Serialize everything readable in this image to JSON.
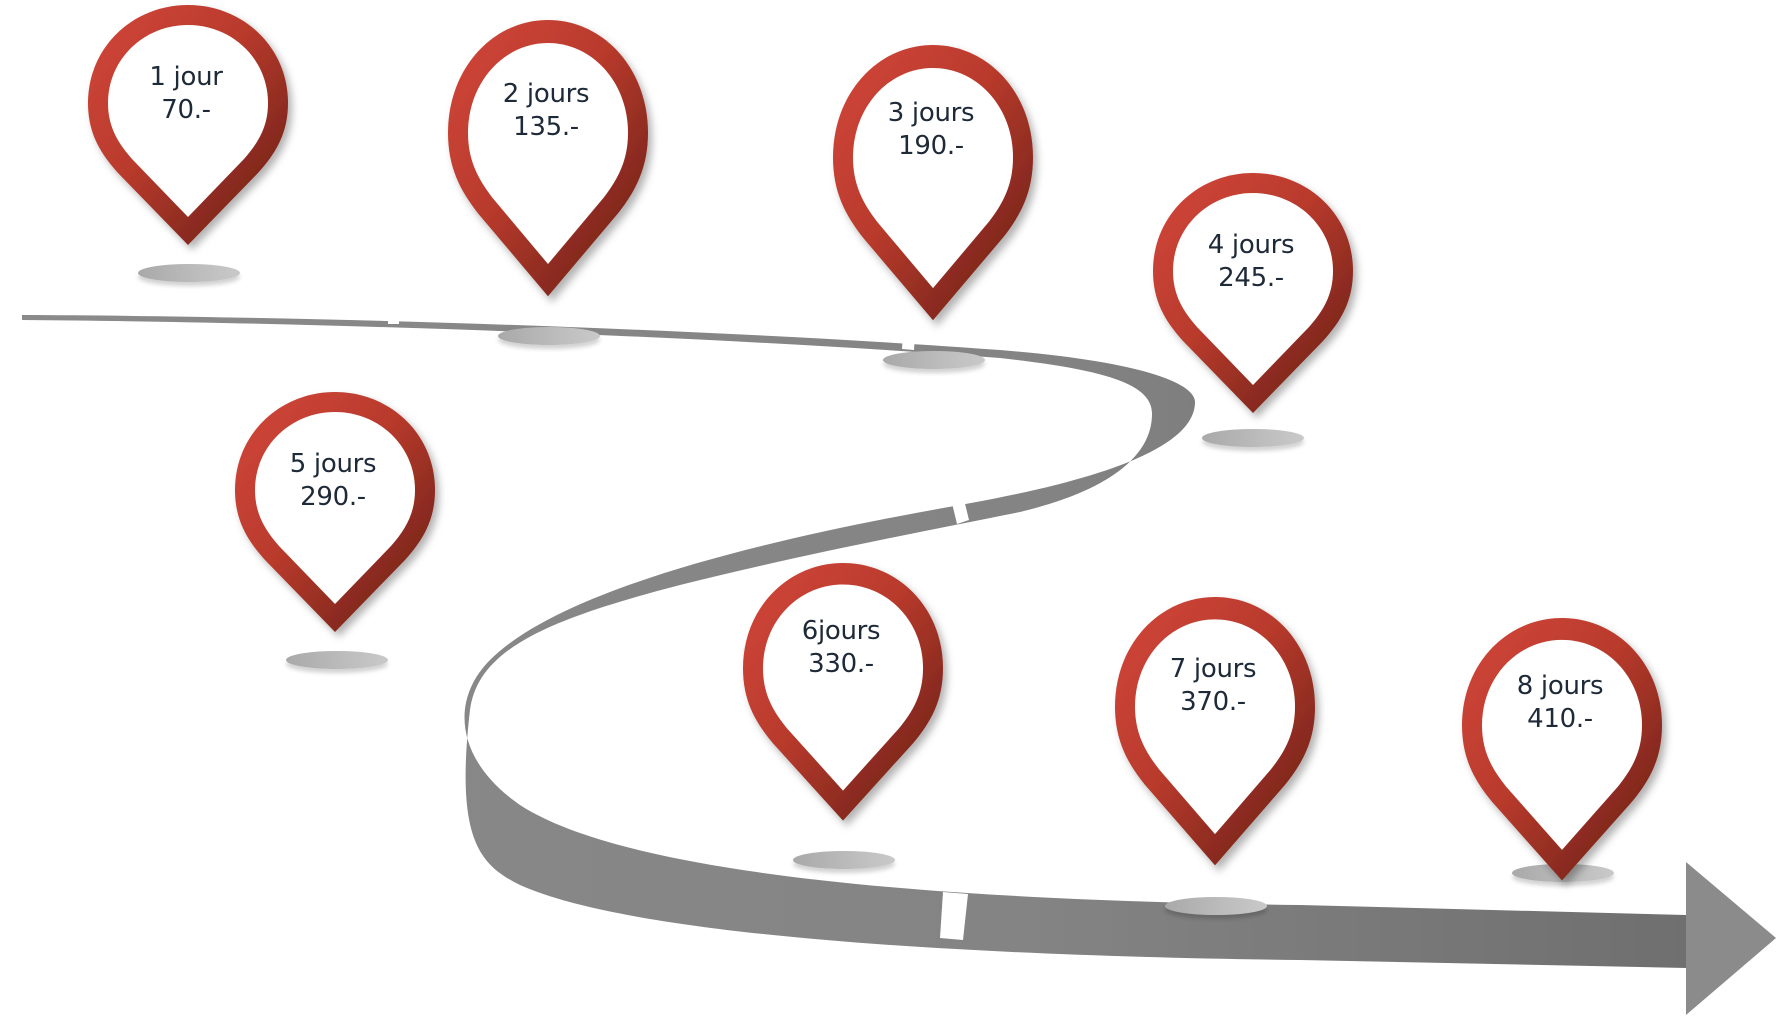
{
  "diagram": {
    "type": "roadmap-pricing",
    "colors": {
      "pin_light": "#cf4433",
      "pin_dark": "#6a2118",
      "road": "#858585",
      "road_dark": "#6f6f6f",
      "text": "#1e2a38",
      "background": "#ffffff"
    },
    "stops": [
      {
        "duration": "1 jour",
        "price": "70.-"
      },
      {
        "duration": "2 jours",
        "price": "135.-"
      },
      {
        "duration": "3 jours",
        "price": "190.-"
      },
      {
        "duration": "4 jours",
        "price": "245.-"
      },
      {
        "duration": "5 jours",
        "price": "290.-"
      },
      {
        "duration": "6jours",
        "price": "330.-"
      },
      {
        "duration": "7 jours",
        "price": "370.-"
      },
      {
        "duration": "8 jours",
        "price": "410.-"
      }
    ],
    "icons": {
      "marker": "map-pin-icon",
      "road": "winding-road-arrow"
    }
  }
}
